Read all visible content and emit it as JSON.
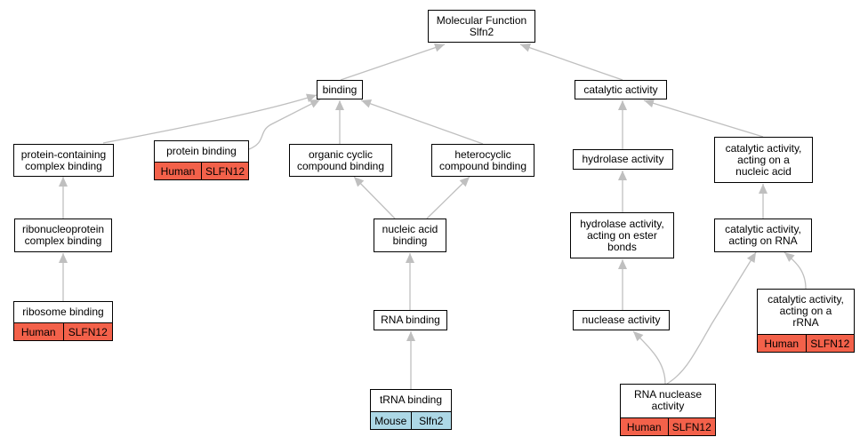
{
  "colors": {
    "edge": "#bfbfbf",
    "human_tag": "#f3614a",
    "mouse_tag": "#add8e6"
  },
  "nodes": {
    "root": "Molecular Function\nSlfn2",
    "binding": "binding",
    "catalytic": "catalytic activity",
    "protein_complex": "protein-containing\ncomplex binding",
    "protein_binding": "protein binding",
    "organic_cyclic": "organic cyclic\ncompound binding",
    "heterocyclic": "heterocyclic\ncompound binding",
    "hydrolase": "hydrolase activity",
    "cat_nucleic": "catalytic activity,\nacting on a\nnucleic acid",
    "ribonucleoprotein": "ribonucleoprotein\ncomplex binding",
    "nucleic_acid": "nucleic acid\nbinding",
    "hydrolase_ester": "hydrolase activity,\nacting on ester\nbonds",
    "cat_rna": "catalytic activity,\nacting on RNA",
    "ribosome": "ribosome binding",
    "rna_binding": "RNA binding",
    "nuclease": "nuclease activity",
    "cat_rrna": "catalytic activity,\nacting on a\nrRNA",
    "trna": "tRNA binding",
    "rna_nuclease": "RNA nuclease\nactivity"
  },
  "annotations": {
    "protein_binding": [
      "Human",
      "SLFN12"
    ],
    "ribosome": [
      "Human",
      "SLFN12"
    ],
    "trna": [
      "Mouse",
      "Slfn2"
    ],
    "rna_nuclease": [
      "Human",
      "SLFN12"
    ],
    "cat_rrna": [
      "Human",
      "SLFN12"
    ]
  }
}
